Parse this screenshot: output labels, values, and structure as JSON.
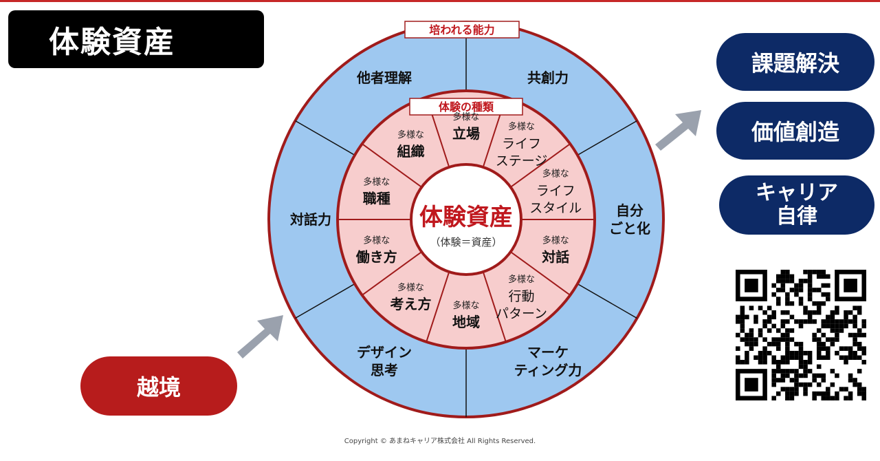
{
  "title": "体験資産",
  "outer_ring_header": "培われる能力",
  "inner_ring_header": "体験の種類",
  "center": {
    "title": "体験資産",
    "subtitle": "（体験＝資産）"
  },
  "outer_labels": [
    {
      "id": "tashari",
      "lines": [
        "他者理解"
      ]
    },
    {
      "id": "kyoso",
      "lines": [
        "共創力"
      ]
    },
    {
      "id": "jibun",
      "lines": [
        "自分",
        "ごと化"
      ]
    },
    {
      "id": "marketing",
      "lines": [
        "マーケ",
        "ティング力"
      ]
    },
    {
      "id": "design",
      "lines": [
        "デザイン",
        "思考"
      ]
    },
    {
      "id": "taiwa",
      "lines": [
        "対話力"
      ]
    }
  ],
  "inner_labels": [
    {
      "id": "tachiba",
      "prefix": "多様な",
      "lines": [
        "立場"
      ],
      "bold": true
    },
    {
      "id": "lifestage",
      "prefix": "多様な",
      "lines": [
        "ライフ",
        "ステージ"
      ],
      "bold": false
    },
    {
      "id": "lifestyle",
      "prefix": "多様な",
      "lines": [
        "ライフ",
        "スタイル"
      ],
      "bold": false
    },
    {
      "id": "taiwa",
      "prefix": "多様な",
      "lines": [
        "対話"
      ],
      "bold": true
    },
    {
      "id": "kodo",
      "prefix": "多様な",
      "lines": [
        "行動",
        "パターン"
      ],
      "bold": false
    },
    {
      "id": "chiiki",
      "prefix": "多様な",
      "lines": [
        "地域"
      ],
      "bold": true
    },
    {
      "id": "kangaekata",
      "prefix": "多様な",
      "lines": [
        "考え方"
      ],
      "bold": true
    },
    {
      "id": "hatarakikata",
      "prefix": "多様な",
      "lines": [
        "働き方"
      ],
      "bold": true
    },
    {
      "id": "shokushu",
      "prefix": "多様な",
      "lines": [
        "職種"
      ],
      "bold": true
    },
    {
      "id": "soshiki",
      "prefix": "多様な",
      "lines": [
        "組織"
      ],
      "bold": true
    }
  ],
  "outcomes": [
    {
      "id": "kadai",
      "label": "課題解決"
    },
    {
      "id": "kachi",
      "label": "価値創造"
    },
    {
      "id": "career",
      "label": "キャリア\n自律"
    }
  ],
  "input_label": "越境",
  "copyright": "Copyright © あまねキャリア株式会社  All Rights Reserved.",
  "colors": {
    "outer_fill": "#9ec8f0",
    "inner_fill": "#f7cdcd",
    "ring_stroke": "#a01b1b",
    "navy": "#0d2a66",
    "red": "#b71c1c",
    "arrow": "#9aa1ad",
    "center_text": "#c0181e"
  }
}
